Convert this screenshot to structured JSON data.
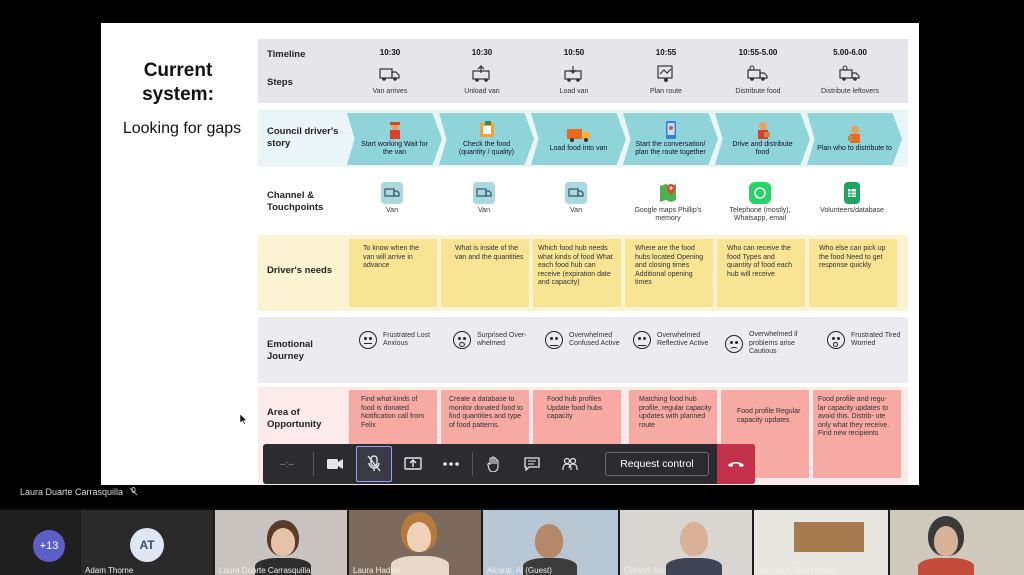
{
  "slide": {
    "title": "Current system:",
    "subtitle": "Looking for gaps",
    "row_labels": {
      "timeline": "Timeline",
      "steps": "Steps",
      "story": "Council driver's story",
      "channel": "Channel & Touchpoints",
      "needs": "Driver's needs",
      "emotional": "Emotional Journey",
      "opportunity": "Area of Opportunity"
    },
    "times": [
      "10:30",
      "10:30",
      "10:50",
      "10:55",
      "10:55-5.00",
      "5.00-6.00"
    ],
    "steps": [
      "Van arrives",
      "Unload van",
      "Load van",
      "Plan route",
      "Distribute food",
      "Distribute leftovers"
    ],
    "story": [
      "Start working Wait for the van",
      "Check the food (quantity / quality)",
      "Load food into van",
      "Start the conversation/ plan the route together",
      "Drive and distribute food",
      "Plan who to distribute to"
    ],
    "channels": [
      {
        "label": "Van",
        "icon": "van-icon"
      },
      {
        "label": "Van",
        "icon": "van-icon"
      },
      {
        "label": "Van",
        "icon": "van-icon"
      },
      {
        "label": "Google maps Phillip's memory",
        "icon": "google-maps-icon"
      },
      {
        "label": "Telephone (mostly), Whatsapp, email",
        "icon": "whatsapp-icon"
      },
      {
        "label": "Volunteers/database",
        "icon": "sheets-icon"
      }
    ],
    "needs": [
      "To know when the van will arrive in advance",
      "What is inside of the van and the quantities",
      "Which food hub needs what kinds of food What each food hub can receive (expiration date and capacity)",
      "Where are the food hubs located Opening and closing times Additional opening times",
      "Who can receive the food Types and quantity of food each hub will receive",
      "Who else can pick up the food Need to get response quickly"
    ],
    "emotions": [
      "Frustrated Lost Anxious",
      "Surprised Over- whelmed",
      "Overwhelmed Confused Active",
      "Overwhelmed Reflective Active",
      "Overwhelmed if problems arise Cautious",
      "Frustrated Tired Worried"
    ],
    "opportunities": [
      "Find what kinds of food is donated Notification call from Felix",
      "Create a database to monitor donated food to find quantities and type of food patterns.",
      "Food hub profiles Update food hubs capacity",
      "Matching food hub profile, regular capacity updates with planned route",
      "Food profile Regular capacity updates",
      "Food profile and regu- lar capacity updates to avoid this. Distrib- ute only what they receive. Find new recipients"
    ]
  },
  "toolbar": {
    "timer": "--:--",
    "request_control": "Request control"
  },
  "presenter_name": "Laura Duarte Carrasquilla",
  "participants": {
    "overflow": "+13",
    "tiles": [
      {
        "initials": "AT",
        "name": "Adam Thorne"
      },
      {
        "name": "Laura Duarte Carrasquilla"
      },
      {
        "name": "Laura Hadley"
      },
      {
        "name": "Alcarat, Al (Guest)"
      },
      {
        "name": "Gideon Jan"
      },
      {
        "name": "Wojciech Szczepański"
      },
      {
        "name": ""
      }
    ]
  },
  "colors": {
    "story_chevron": "#8fd4d9",
    "needs_note": "#f7e593",
    "opportunity_note": "#f7a9a3",
    "hangup": "#c4314b",
    "avatar_purple": "#5b5fc7"
  }
}
